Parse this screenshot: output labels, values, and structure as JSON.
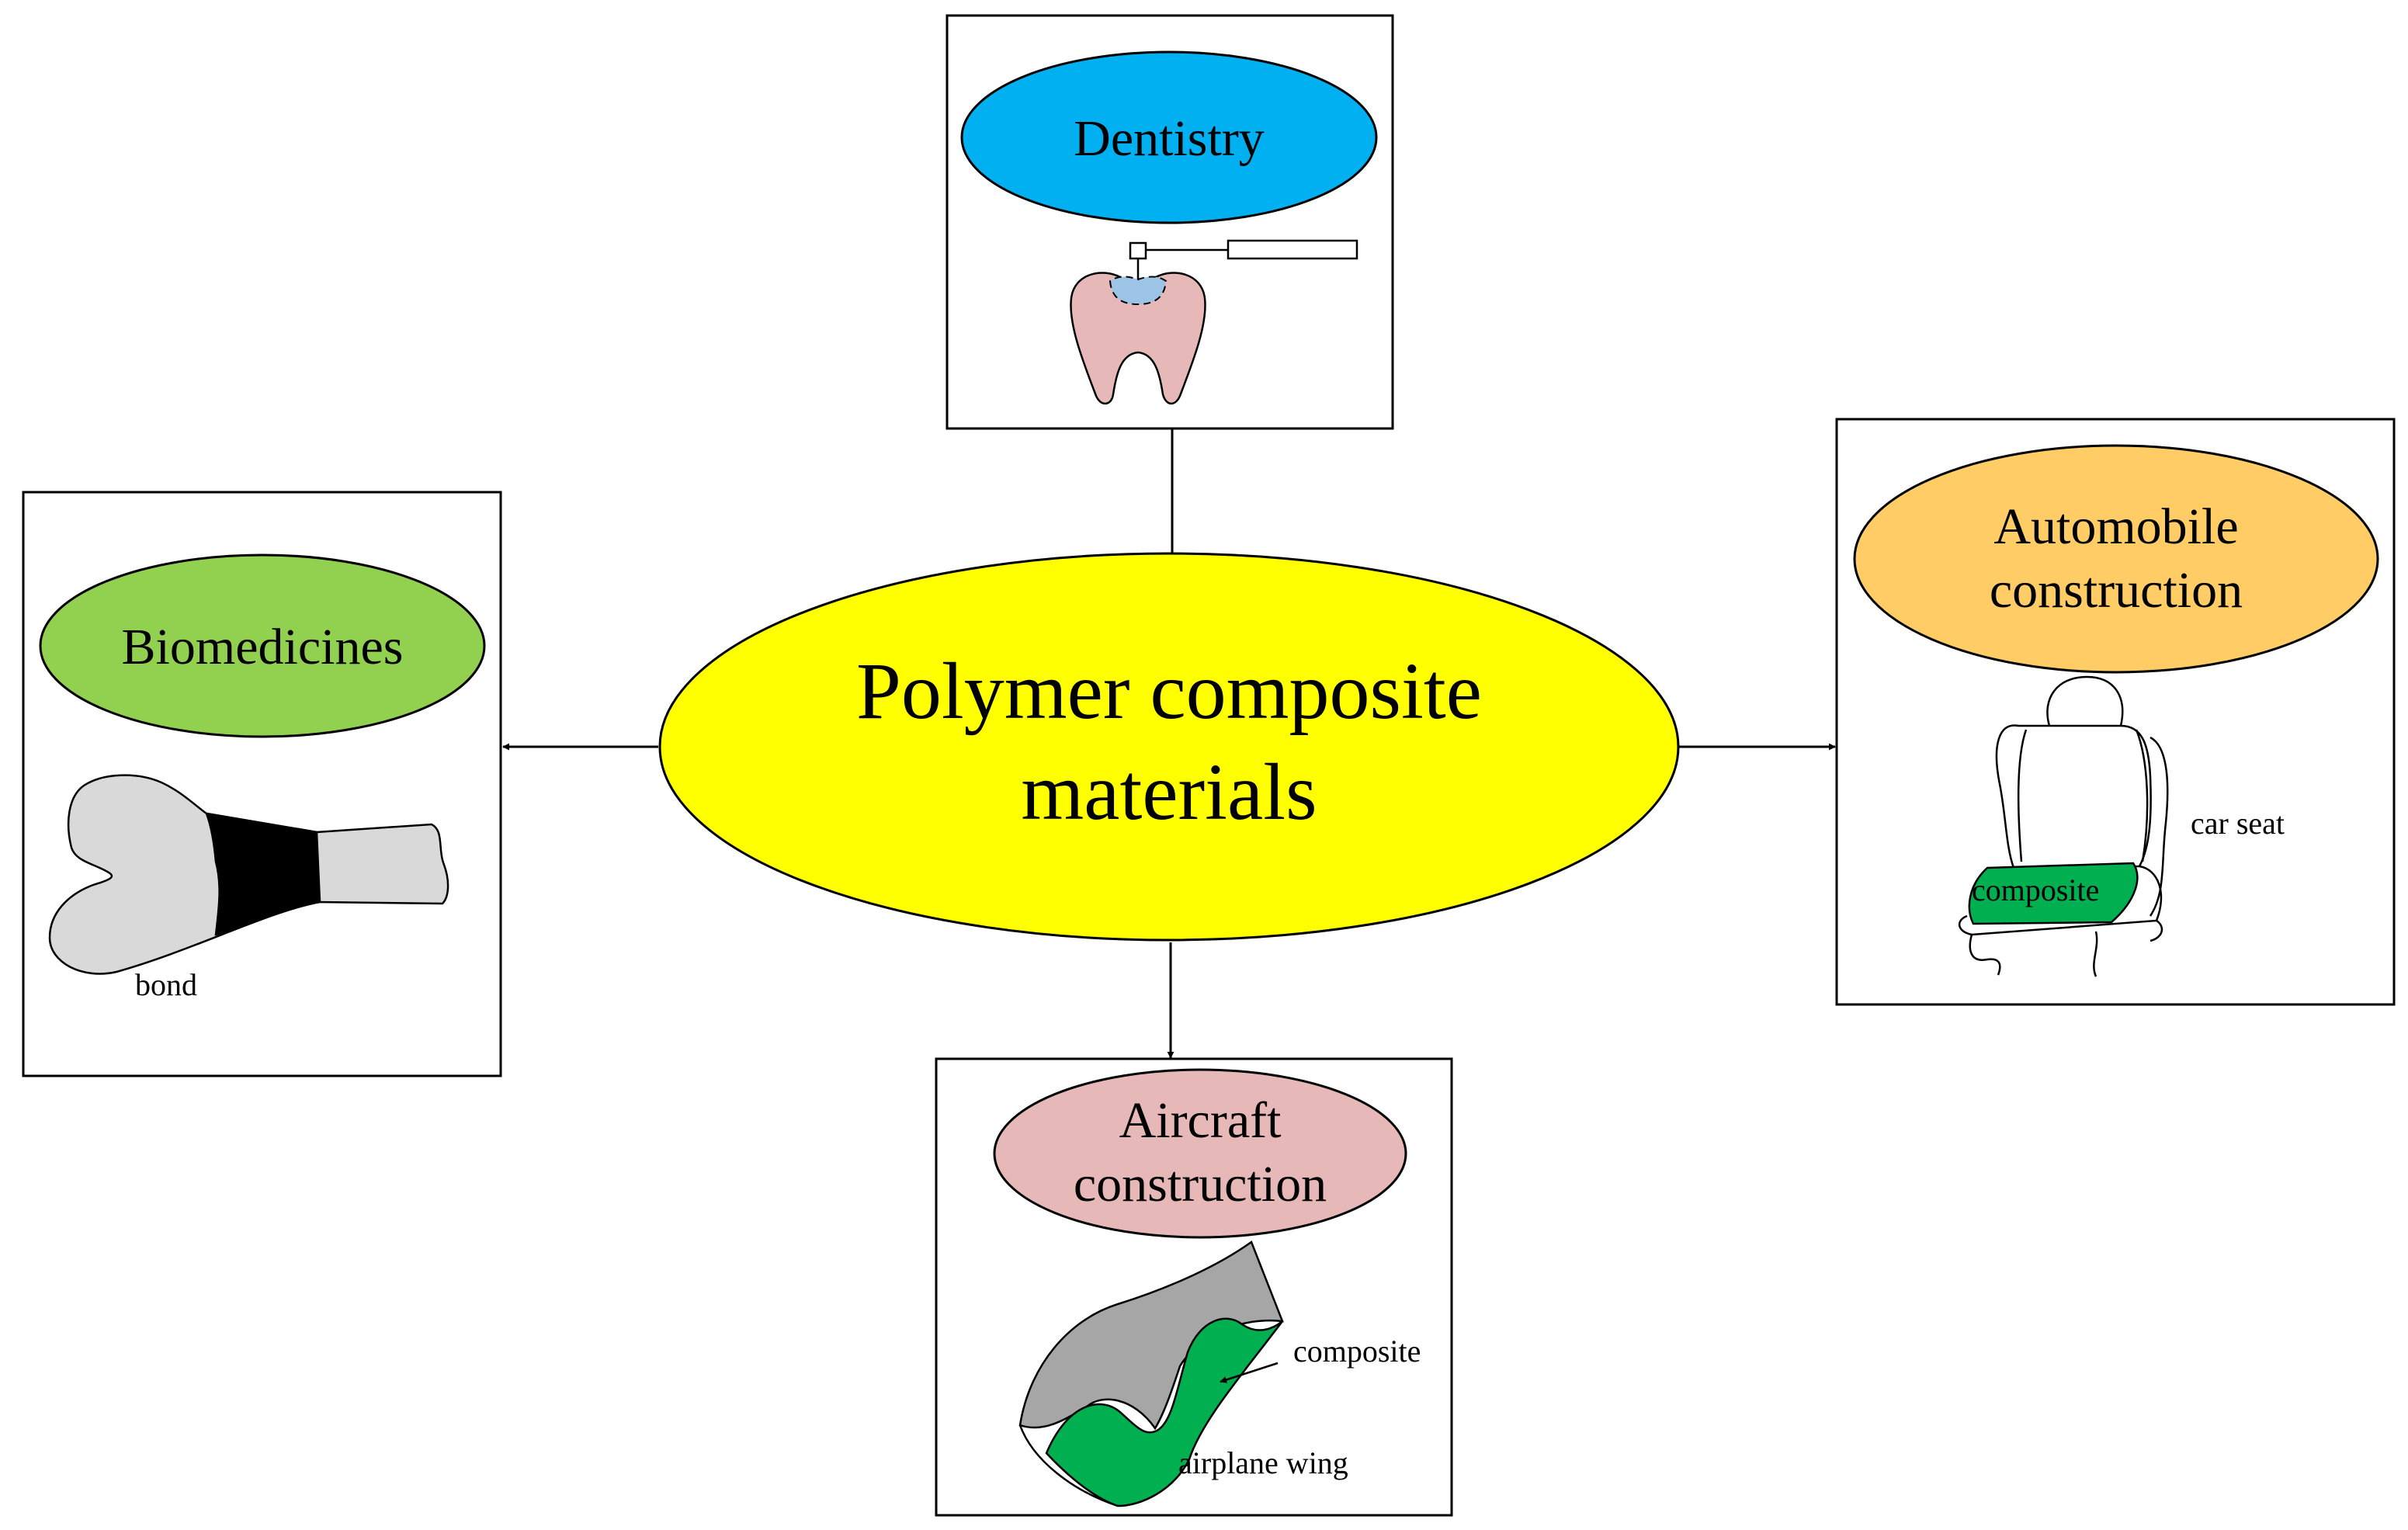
{
  "center": {
    "line1": "Polymer composite",
    "line2": "materials"
  },
  "panels": {
    "dentistry": {
      "title": "Dentistry"
    },
    "biomedicines": {
      "title": "Biomedicines",
      "label": "bond"
    },
    "automobile": {
      "title_line1": "Automobile",
      "title_line2": "construction",
      "seat_label": "car seat",
      "composite_label": "composite"
    },
    "aircraft": {
      "title_line1": "Aircraft",
      "title_line2": "construction",
      "composite_label": "composite",
      "wing_label": "airplane wing"
    }
  },
  "colors": {
    "center_fill": "#ffff00",
    "dentistry_fill": "#00b0f0",
    "biomedicines_fill": "#92d050",
    "automobile_fill": "#ffcc66",
    "aircraft_fill": "#e6b9b8",
    "composite_green": "#00b050",
    "tooth_pink": "#e6b9b8",
    "filling_blue": "#9dc3e6",
    "bone_grey": "#d9d9d9",
    "wing_grey": "#a6a6a6"
  }
}
